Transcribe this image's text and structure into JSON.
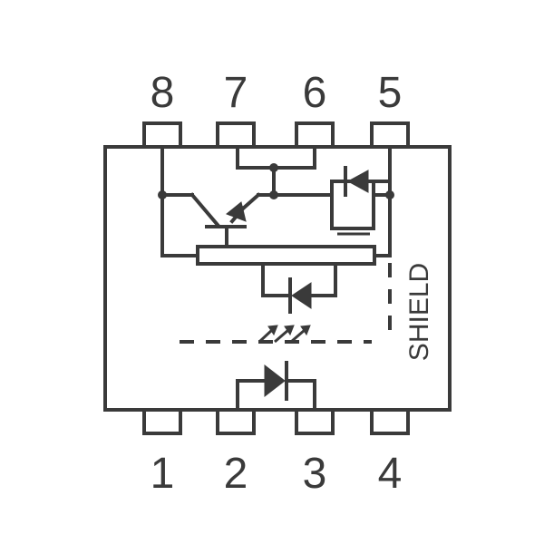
{
  "pins": {
    "top": [
      "8",
      "7",
      "6",
      "5"
    ],
    "bottom": [
      "1",
      "2",
      "3",
      "4"
    ]
  },
  "shield_label": "SHIELD",
  "colors": {
    "line": "#3a3a3a",
    "background": "#ffffff"
  }
}
